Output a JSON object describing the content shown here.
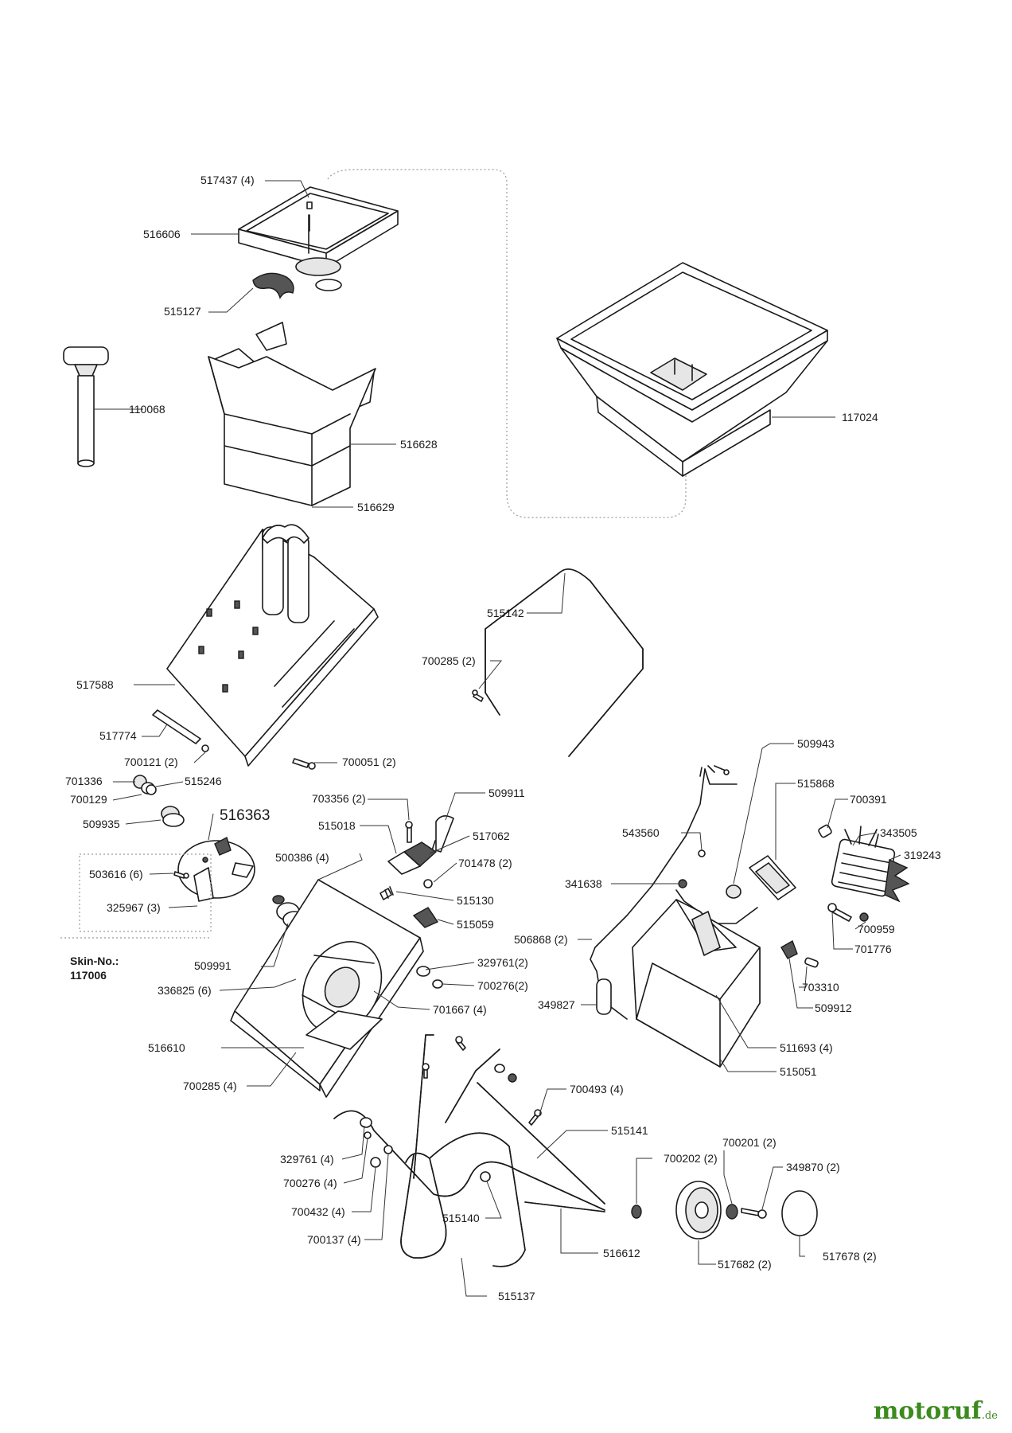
{
  "labels": {
    "l517437": "517437 (4)",
    "l516606": "516606",
    "l515127": "515127",
    "l110068": "110068",
    "l516628": "516628",
    "l516629": "516629",
    "l117024": "117024",
    "l517588": "517588",
    "l517774": "517774",
    "l700121": "700121 (2)",
    "l700051": "700051 (2)",
    "l515142": "515142",
    "l700285a": "700285 (2)",
    "l701336": "701336",
    "l515246": "515246",
    "l700129": "700129",
    "l509935": "509935",
    "l516363": "516363",
    "l503616": "503616 (6)",
    "l325967": "325967 (3)",
    "l703356": "703356 (2)",
    "l509911": "509911",
    "l515018": "515018",
    "l517062": "517062",
    "l500386": "500386 (4)",
    "l701478": "701478 (2)",
    "l515130": "515130",
    "l515059": "515059",
    "l509991": "509991",
    "l329761a": "329761(2)",
    "l700276a": "700276(2)",
    "l336825": "336825 (6)",
    "l701667": "701667 (4)",
    "l516610": "516610",
    "l700285b": "700285 (4)",
    "l509943": "509943",
    "l515868": "515868",
    "l700391": "700391",
    "l343505": "343505",
    "l319243": "319243",
    "l543560": "543560",
    "l341638": "341638",
    "l700959": "700959",
    "l701776": "701776",
    "l506868": "506868 (2)",
    "l703310": "703310",
    "l349827": "349827",
    "l509912": "509912",
    "l511693": "511693 (4)",
    "l515051": "515051",
    "l700493": "700493 (4)",
    "l515141": "515141",
    "l329761b": "329761 (4)",
    "l700276b": "700276 (4)",
    "l700432": "700432 (4)",
    "l700137": "700137 (4)",
    "l515140": "515140",
    "l700202": "700202 (2)",
    "l700201": "700201 (2)",
    "l349870": "349870 (2)",
    "l516612": "516612",
    "l517682": "517682 (2)",
    "l517678": "517678 (2)",
    "l515137": "515137"
  },
  "skin": {
    "line1": "Skin-No.:",
    "line2": "117006"
  },
  "brand": {
    "name": "motoruf",
    "tld": ".de",
    "color": "#3c8a1e"
  }
}
